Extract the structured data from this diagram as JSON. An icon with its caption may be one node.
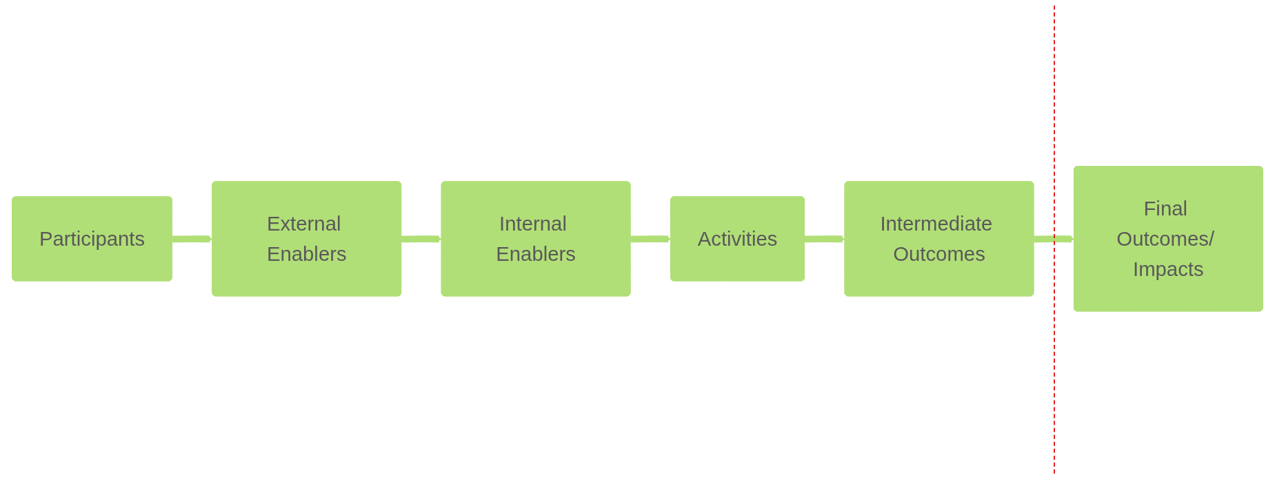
{
  "diagram": {
    "nodes": [
      {
        "text": [
          "Participants"
        ]
      },
      {
        "text": [
          "External Enablers"
        ]
      },
      {
        "text": [
          "Internal Enablers"
        ]
      },
      {
        "text": [
          "Activities"
        ]
      },
      {
        "text": [
          "Intermediate Outcomes"
        ]
      },
      {
        "text": [
          "Final Outcomes/ Impacts"
        ]
      }
    ],
    "edges": [
      {
        "from": 0,
        "to": 1,
        "arrow": "to"
      },
      {
        "from": 1,
        "to": 2,
        "arrow": "to"
      },
      {
        "from": 2,
        "to": 3,
        "arrow": "to"
      },
      {
        "from": 3,
        "to": 4,
        "arrow": "to"
      },
      {
        "from": 4,
        "to": 5,
        "arrow": "to"
      }
    ]
  }
}
